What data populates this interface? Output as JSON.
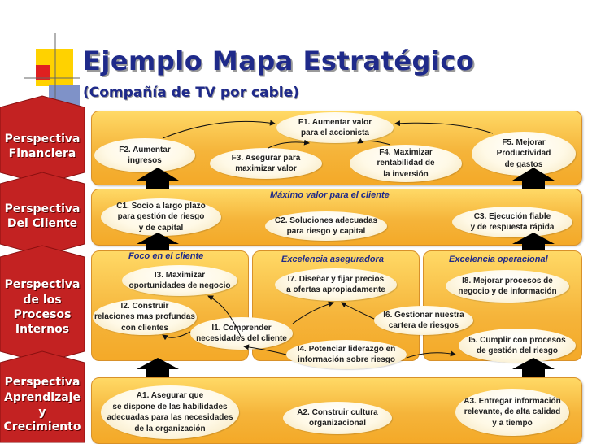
{
  "title": "Ejemplo Mapa Estratégico",
  "subtitle": "(Compañía de TV por cable)",
  "perspectives": [
    {
      "label": "Perspectiva Financiera"
    },
    {
      "label": "Perspectiva Del Cliente"
    },
    {
      "label": "Perspectiva de los Procesos Internos"
    },
    {
      "label": "Perspectiva Aprendizaje y Crecimiento"
    }
  ],
  "section_labels": {
    "cliente": "Máximo valor para el cliente",
    "foco": "Foco en el cliente",
    "aseguradora": "Excelencia aseguradora",
    "operacional": "Excelencia operacional"
  },
  "objectives": {
    "F1": "F1. Aumentar valor\npara el accionista",
    "F2": "F2. Aumentar\ningresos",
    "F3": "F3. Asegurar para\nmaximizar valor",
    "F4": "F4. Maximizar\nrentabilidad de\nla inversión",
    "F5": "F5. Mejorar\nProductividad\nde gastos",
    "C1": "C1. Socio a largo plazo\npara gestión de riesgo\ny de capital",
    "C2": "C2. Soluciones adecuadas\npara riesgo y capital",
    "C3": "C3. Ejecución fiable\ny de respuesta rápida",
    "I1": "I1. Comprender\nnecesidades del cliente",
    "I2": "I2. Construir\nrelaciones mas profundas\ncon clientes",
    "I3": "I3. Maximizar\noportunidades de negocio",
    "I4": "I4. Potenciar liderazgo en\ninformación sobre riesgo",
    "I5": "I5. Cumplir con procesos\nde gestión del riesgo",
    "I6": "I6. Gestionar nuestra\ncartera de riesgos",
    "I7": "I7. Diseñar y fijar precios\na ofertas apropiadamente",
    "I8": "I8. Mejorar procesos de\nnegocio y de información",
    "A1": "A1. Asegurar que\nse dispone de las habilidades\nadecuadas para las necesidades\nde la organización",
    "A2": "A2. Construir cultura\norganizacional",
    "A3": "A3. Entregar información\nrelevante, de alta calidad\ny a tiempo"
  },
  "colors": {
    "title": "#1f2a8a",
    "perspective_fill": "#c32222",
    "band_fill": "#f5b43a",
    "arrow": "#111111"
  }
}
